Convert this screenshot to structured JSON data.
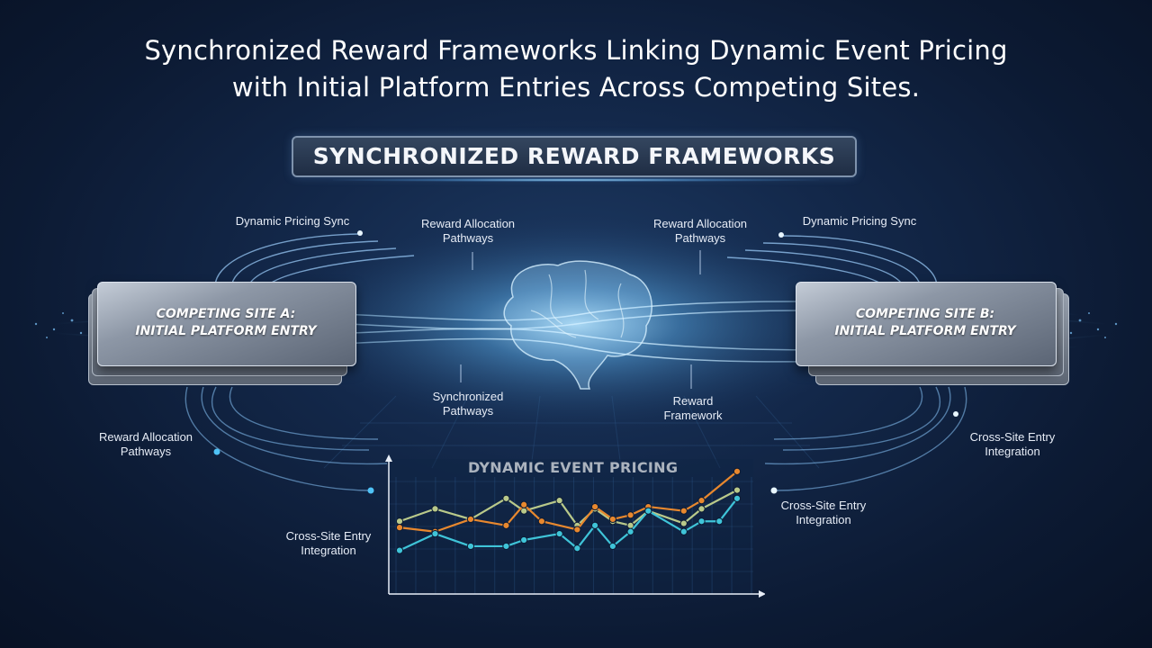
{
  "title": {
    "line1": "Synchronized Reward Frameworks Linking Dynamic Event Pricing",
    "line2": "with Initial Platform Entries Across Competing Sites."
  },
  "banner": "SYNCHRONIZED REWARD FRAMEWORKS",
  "site_a": {
    "line1": "COMPETING SITE A:",
    "line2": "INITIAL PLATFORM ENTRY"
  },
  "site_b": {
    "line1": "COMPETING SITE B:",
    "line2": "INITIAL PLATFORM ENTRY"
  },
  "labels": {
    "dynamic_sync_left": "Dynamic Pricing Sync",
    "reward_alloc_center_left": {
      "line1": "Reward Allocation",
      "line2": "Pathways"
    },
    "reward_alloc_center_right": {
      "line1": "Reward Allocation",
      "line2": "Pathways"
    },
    "dynamic_sync_right": "Dynamic Pricing Sync",
    "synchronized_pathways": {
      "line1": "Synchronized",
      "line2": "Pathways"
    },
    "reward_framework": {
      "line1": "Reward",
      "line2": "Framework"
    },
    "reward_alloc_left": {
      "line1": "Reward Allocation",
      "line2": "Pathways"
    },
    "cross_site_right_upper": {
      "line1": "Cross-Site Entry",
      "line2": "Integration"
    },
    "cross_site_right_lower": {
      "line1": "Cross-Site Entry",
      "line2": "Integration"
    },
    "cross_site_left": {
      "line1": "Cross-Site Entry",
      "line2": "Integration"
    }
  },
  "colors": {
    "background": "#0c1a33",
    "glow": "#7fd0ff",
    "series_orange": "#e8882e",
    "series_green": "#b9c98a",
    "series_cyan": "#3fc4d8"
  },
  "chart_data": {
    "type": "line",
    "title": "DYNAMIC EVENT PRICING",
    "xlabel": "",
    "ylabel": "",
    "grid": true,
    "x": [
      1,
      2,
      3,
      4,
      5,
      6,
      7,
      8,
      9,
      10,
      11,
      12,
      13,
      14,
      15,
      16,
      17,
      18,
      19,
      20
    ],
    "series": [
      {
        "values": [
          3.5,
          null,
          4.1,
          null,
          3.6,
          null,
          4.6,
          4.0,
          null,
          4.5,
          3.3,
          4.1,
          3.5,
          3.3,
          4.0,
          null,
          3.4,
          4.1,
          null,
          5.0
        ]
      },
      {
        "values": [
          3.2,
          null,
          3.0,
          null,
          3.6,
          null,
          3.3,
          4.3,
          3.5,
          null,
          3.1,
          4.2,
          3.6,
          3.8,
          4.2,
          null,
          4.0,
          4.5,
          null,
          5.9
        ]
      },
      {
        "values": [
          2.1,
          null,
          2.9,
          null,
          2.3,
          null,
          2.3,
          2.6,
          null,
          2.9,
          2.2,
          3.3,
          2.3,
          3.0,
          4.0,
          null,
          3.0,
          3.5,
          3.5,
          4.6
        ]
      }
    ],
    "ylim": [
      0,
      6.5
    ]
  }
}
